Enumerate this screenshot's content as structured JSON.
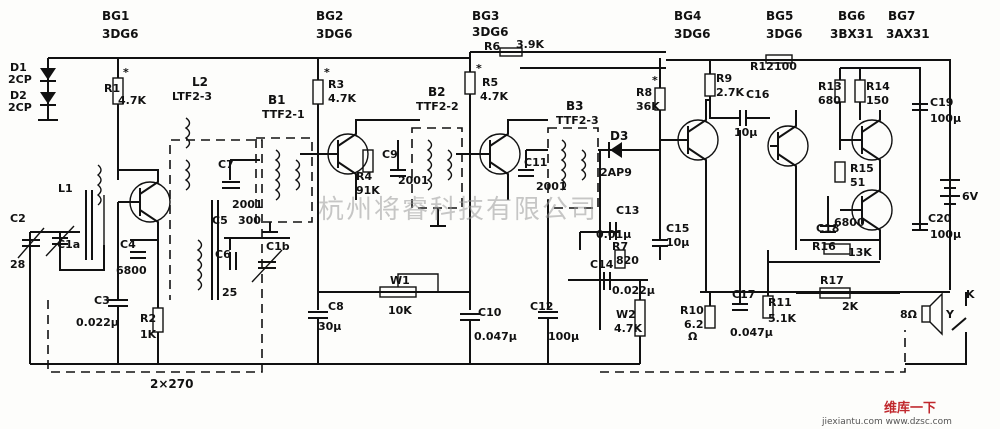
{
  "transistors": [
    {
      "id": "BG1",
      "type": "3DG6"
    },
    {
      "id": "BG2",
      "type": "3DG6"
    },
    {
      "id": "BG3",
      "type": "3DG6"
    },
    {
      "id": "BG4",
      "type": "3DG6"
    },
    {
      "id": "BG5",
      "type": "3DG6"
    },
    {
      "id": "BG6",
      "type": "3BX31"
    },
    {
      "id": "BG7",
      "type": "3AX31"
    }
  ],
  "diodes": [
    {
      "id": "D1",
      "type": "2CP"
    },
    {
      "id": "D2",
      "type": "2CP"
    },
    {
      "id": "D3",
      "type": "2AP9"
    }
  ],
  "transformers": [
    {
      "id": "L2",
      "type": "LTF2-3"
    },
    {
      "id": "B1",
      "type": "TTF2-1"
    },
    {
      "id": "B2",
      "type": "TTF2-2"
    },
    {
      "id": "B3",
      "type": "TTF2-3"
    }
  ],
  "labels": {
    "r1": "R1",
    "r1v": "4.7K",
    "r2": "R2",
    "r2v": "1K",
    "r3": "R3",
    "r3v": "4.7K",
    "r4": "R4",
    "r4v": "91K",
    "r5": "R5",
    "r5v": "4.7K",
    "r6": "R6",
    "r6v": "3.9K",
    "r7": "R7",
    "r7v": "820",
    "r8": "R8",
    "r8v": "36K",
    "r9": "R9",
    "r9v": "2.7K",
    "r10": "R10",
    "r10v": "6.2",
    "r10u": "Ω",
    "r11": "R11",
    "r11v": "5.1K",
    "r12": "R12",
    "r12v": "100",
    "r13": "R13",
    "r13v": "680",
    "r14": "R14",
    "r14v": "150",
    "r15": "R15",
    "r15v": "51",
    "r16": "R16",
    "r16v": "13K",
    "r17": "R17",
    "r17v": "2K",
    "c1a": "C1a",
    "c1b": "C1b",
    "c2": "C2",
    "c2v": "28",
    "c3": "C3",
    "c3v": "0.022μ",
    "c4": "C4",
    "c4v": "6800",
    "c5": "C5",
    "c5v": "300",
    "c6": "C6",
    "c6v": "25",
    "c7": "C7",
    "c7v": "2001",
    "c8": "C8",
    "c8v": "30μ",
    "c9": "C9",
    "c9v": "2001",
    "c10": "C10",
    "c10v": "0.047μ",
    "c11": "C11",
    "c11v": "2001",
    "c12": "C12",
    "c12v": "100μ",
    "c13": "C13",
    "c13v": "0.01μ",
    "c14": "C14",
    "c14v": "0.022μ",
    "c15": "C15",
    "c15v": "10μ",
    "c16": "C16",
    "c16v": "10μ",
    "c17": "C17",
    "c17v": "0.047μ",
    "c18": "C18",
    "c18v": "6800",
    "c19": "C19",
    "c19v": "100μ",
    "c20": "C20",
    "c20v": "100μ",
    "l1": "L1",
    "w1": "W1",
    "w1v": "10K",
    "w2": "W2",
    "w2v": "4.7K",
    "batt": "6V",
    "spk": "8Ω",
    "spky": "Y",
    "switch": "K",
    "gang": "2×270",
    "star": "*"
  },
  "watermark": "杭州将睿科技有限公司",
  "logo": {
    "text": "维库一下",
    "url": "jiexiantu.com  www.dzsc.com"
  }
}
